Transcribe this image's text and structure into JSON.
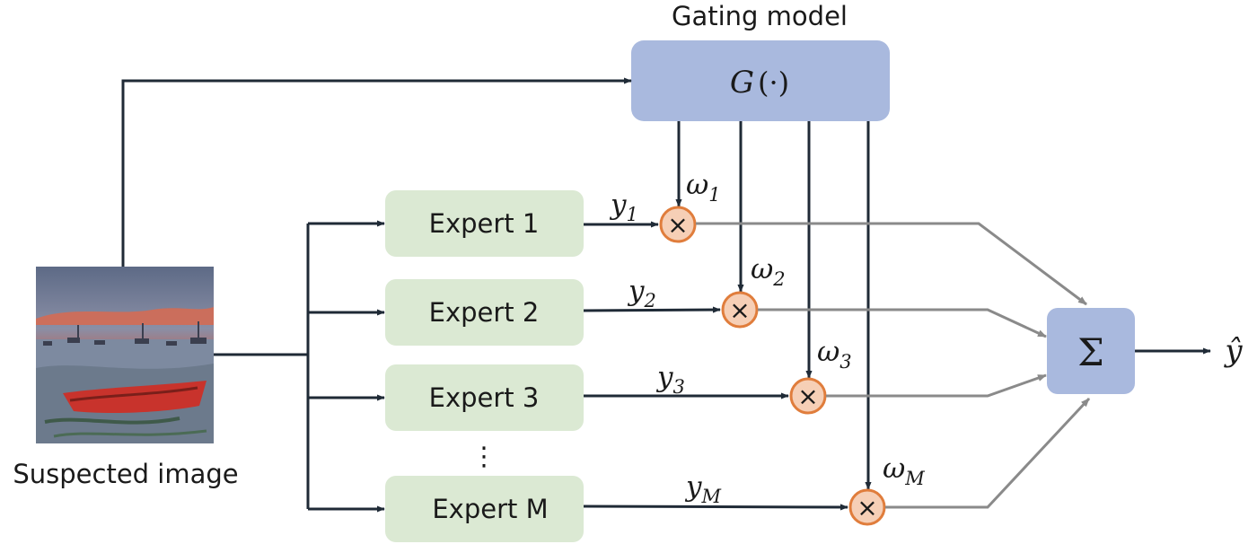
{
  "gating": {
    "title": "Gating model",
    "function": "G",
    "function_arg": "(·)"
  },
  "input": {
    "caption": "Suspected image"
  },
  "experts": [
    {
      "label": "Expert 1",
      "output": "y",
      "output_sub": "1",
      "weight": "ω",
      "weight_sub": "1"
    },
    {
      "label": "Expert 2",
      "output": "y",
      "output_sub": "2",
      "weight": "ω",
      "weight_sub": "2"
    },
    {
      "label": "Expert 3",
      "output": "y",
      "output_sub": "3",
      "weight": "ω",
      "weight_sub": "3"
    },
    {
      "label": "Expert M",
      "output": "y",
      "output_sub": "M",
      "weight": "ω",
      "weight_sub": "M"
    }
  ],
  "ellipsis": "⋮",
  "multiply_symbol": "×",
  "sum_symbol": "Σ",
  "output_symbol": "ŷ",
  "colors": {
    "expert_fill": "#dbe9d3",
    "gating_fill": "#a9b9de",
    "sum_fill": "#a9b9de",
    "multiplier_fill": "#f6cfb6",
    "multiplier_stroke": "#e07d3c",
    "dark_line": "#1f2a36",
    "gray_line": "#8a8a8a"
  }
}
